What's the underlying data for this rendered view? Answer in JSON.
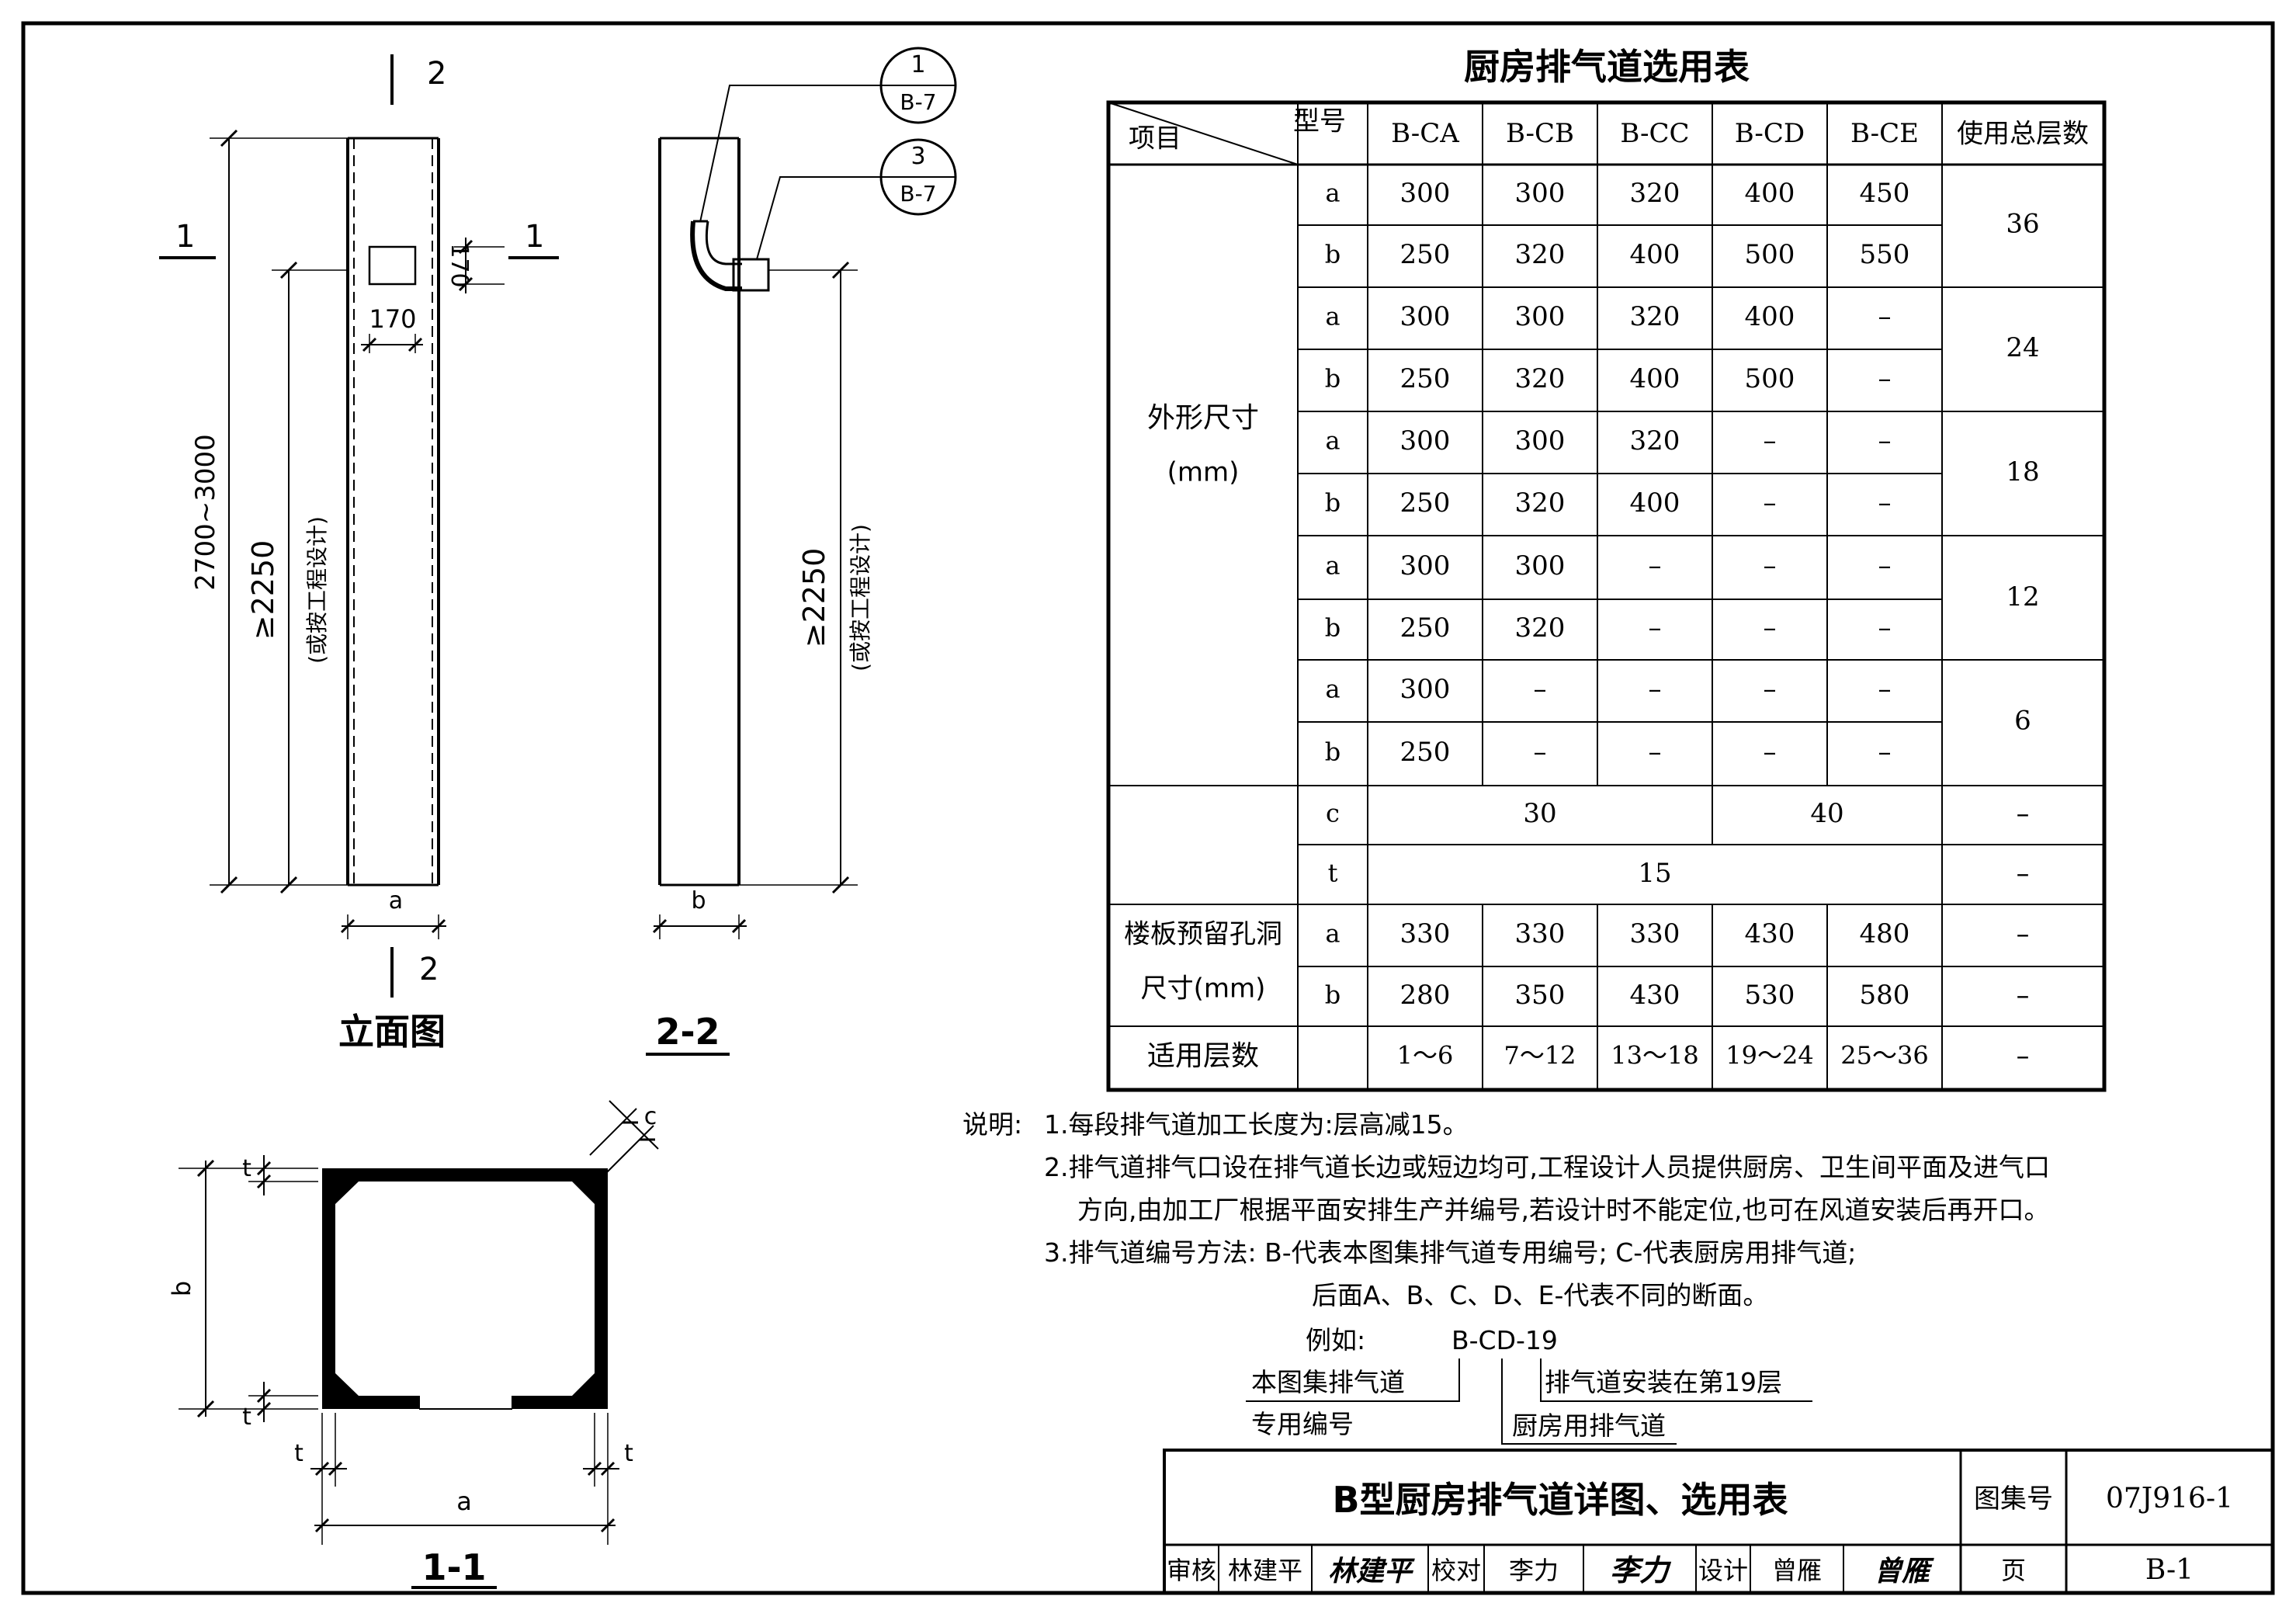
{
  "drawing": {
    "elevation_title": "立面图",
    "section22_title": "2-2",
    "section11_title": "1-1",
    "cut_mark_2": "2",
    "cut_mark_1": "1",
    "dim_total_height": "2700~3000",
    "dim_outlet_height": "≥2250",
    "dim_outlet_note": "(或按工程设计)",
    "dim_opening_w": "170",
    "dim_opening_h": "170",
    "label_a": "a",
    "label_b": "b",
    "label_c": "c",
    "label_t": "t",
    "detail_ref_1_top": "1",
    "detail_ref_1_bottom": "B-7",
    "detail_ref_3_top": "3",
    "detail_ref_3_bottom": "B-7"
  },
  "table": {
    "title": "厨房排气道选用表",
    "head_model": "型号",
    "head_item": "项目",
    "models": [
      "B-CA",
      "B-CB",
      "B-CC",
      "B-CD",
      "B-CE"
    ],
    "head_floors": "使用总层数",
    "outer_label": "外形尺寸",
    "outer_unit": "(mm)",
    "outer_rows": [
      {
        "dim": "a",
        "vals": [
          "300",
          "300",
          "320",
          "400",
          "450"
        ]
      },
      {
        "dim": "b",
        "vals": [
          "250",
          "320",
          "400",
          "500",
          "550"
        ]
      },
      {
        "dim": "a",
        "vals": [
          "300",
          "300",
          "320",
          "400",
          "–"
        ]
      },
      {
        "dim": "b",
        "vals": [
          "250",
          "320",
          "400",
          "500",
          "–"
        ]
      },
      {
        "dim": "a",
        "vals": [
          "300",
          "300",
          "320",
          "–",
          "–"
        ]
      },
      {
        "dim": "b",
        "vals": [
          "250",
          "320",
          "400",
          "–",
          "–"
        ]
      },
      {
        "dim": "a",
        "vals": [
          "300",
          "300",
          "–",
          "–",
          "–"
        ]
      },
      {
        "dim": "b",
        "vals": [
          "250",
          "320",
          "–",
          "–",
          "–"
        ]
      },
      {
        "dim": "a",
        "vals": [
          "300",
          "–",
          "–",
          "–",
          "–"
        ]
      },
      {
        "dim": "b",
        "vals": [
          "250",
          "–",
          "–",
          "–",
          "–"
        ]
      }
    ],
    "floor_groups": [
      "36",
      "24",
      "18",
      "12",
      "6"
    ],
    "c_row": {
      "dim": "c",
      "left": "30",
      "right": "40",
      "floors": "–"
    },
    "t_row": {
      "dim": "t",
      "value": "15",
      "floors": "–"
    },
    "hole_label_1": "楼板预留孔洞",
    "hole_label_2": "尺寸(mm)",
    "hole_rows": [
      {
        "dim": "a",
        "vals": [
          "330",
          "330",
          "330",
          "430",
          "480"
        ],
        "floors": "–"
      },
      {
        "dim": "b",
        "vals": [
          "280",
          "350",
          "430",
          "530",
          "580"
        ],
        "floors": "–"
      }
    ],
    "apply_label": "适用层数",
    "apply_vals": [
      "1～6",
      "7～12",
      "13～18",
      "19～24",
      "25～36"
    ],
    "apply_floors": "–"
  },
  "notes": {
    "lead": "说明:",
    "n1": "1.每段排气道加工长度为:层高减15。",
    "n2a": "2.排气道排气口设在排气道长边或短边均可,工程设计人员提供厨房、卫生间平面及进气口",
    "n2b": "方向,由加工厂根据平面安排生产并编号,若设计时不能定位,也可在风道安装后再开口。",
    "n3a": "3.排气道编号方法: B-代表本图集排气道专用编号; C-代表厨房用排气道;",
    "n3b": "后面A、B、C、D、E-代表不同的断面。",
    "example_lead": "例如:",
    "example_code": "B-CD-19",
    "ex_label_1a": "本图集排气道",
    "ex_label_1b": "专用编号",
    "ex_label_2": "排气道安装在第19层",
    "ex_label_3": "厨房用排气道"
  },
  "titleblock": {
    "title": "B型厨房排气道详图、选用表",
    "atlas_label": "图集号",
    "atlas_no": "07J916-1",
    "review_label": "审核",
    "reviewer": "林建平",
    "reviewer_sig": "林建平",
    "check_label": "校对",
    "checker": "李力",
    "checker_sig": "李力",
    "design_label": "设计",
    "designer": "曾雁",
    "designer_sig": "曾雁",
    "page_label": "页",
    "page_no": "B-1"
  }
}
